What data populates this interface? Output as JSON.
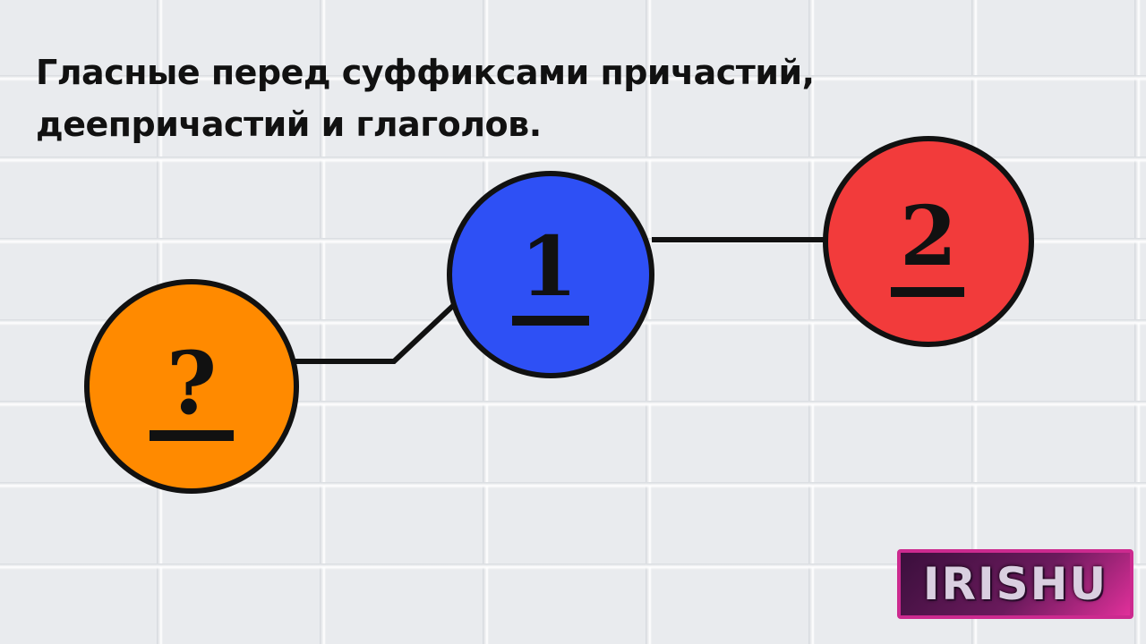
{
  "title": {
    "line1": "Гласные перед суффиксами причастий,",
    "line2": "деепричастий и глаголов."
  },
  "nodes": [
    {
      "id": "question",
      "label": "?",
      "color": "#ff8a00"
    },
    {
      "id": "one",
      "label": "1",
      "color": "#2e50f5"
    },
    {
      "id": "two",
      "label": "2",
      "color": "#f23b3b"
    }
  ],
  "logo": {
    "text": "IRISHU",
    "accent": "#cc2a8f"
  },
  "colors": {
    "outline": "#111111",
    "connector": "#111111",
    "background": "#e9ebee"
  }
}
